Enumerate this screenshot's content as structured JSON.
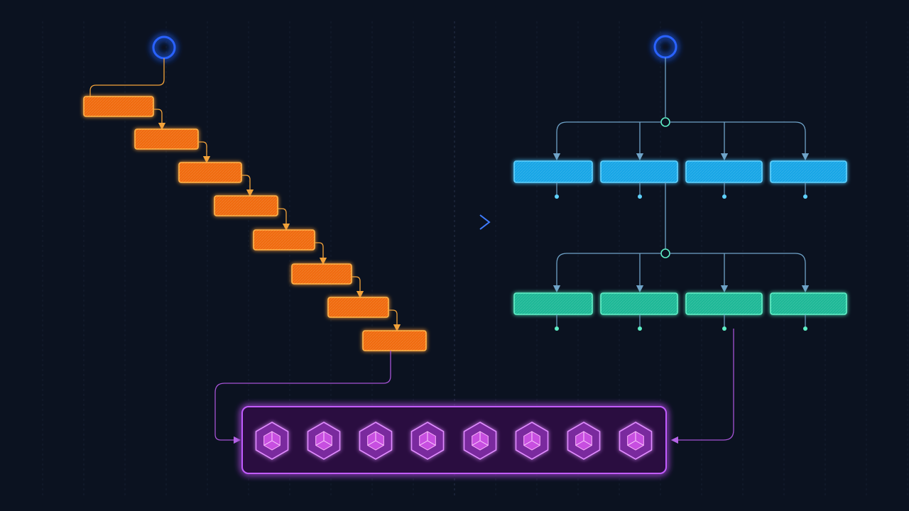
{
  "colors": {
    "background": "#0b1220",
    "grid": "#1b2536",
    "start_node": "#2a62ff",
    "sequential_fill": "#f06a0f",
    "sequential_stroke": "#ffb347",
    "sequential_arrow": "#f2a23a",
    "parallel_top_fill": "#14a5e6",
    "parallel_top_stroke": "#5fd2ff",
    "parallel_bottom_fill": "#1fb896",
    "parallel_bottom_stroke": "#5ef0c6",
    "connector": "#6fa3c8",
    "transition_arrow": "#3f7cff",
    "pool_fill": "#2a0f3f",
    "pool_stroke": "#c25cff",
    "pool_cell": "#c74fe0",
    "pool_link": "#a553d4"
  },
  "diagram": {
    "sequential_chain": {
      "step_count": 8,
      "start_node": "circle"
    },
    "parallel_layout": {
      "start_node": "circle",
      "rows": [
        {
          "block_count": 4
        },
        {
          "block_count": 4
        }
      ]
    },
    "worker_pool": {
      "unit_count": 8,
      "unit_icon": "hexagon-cube-icon"
    }
  }
}
